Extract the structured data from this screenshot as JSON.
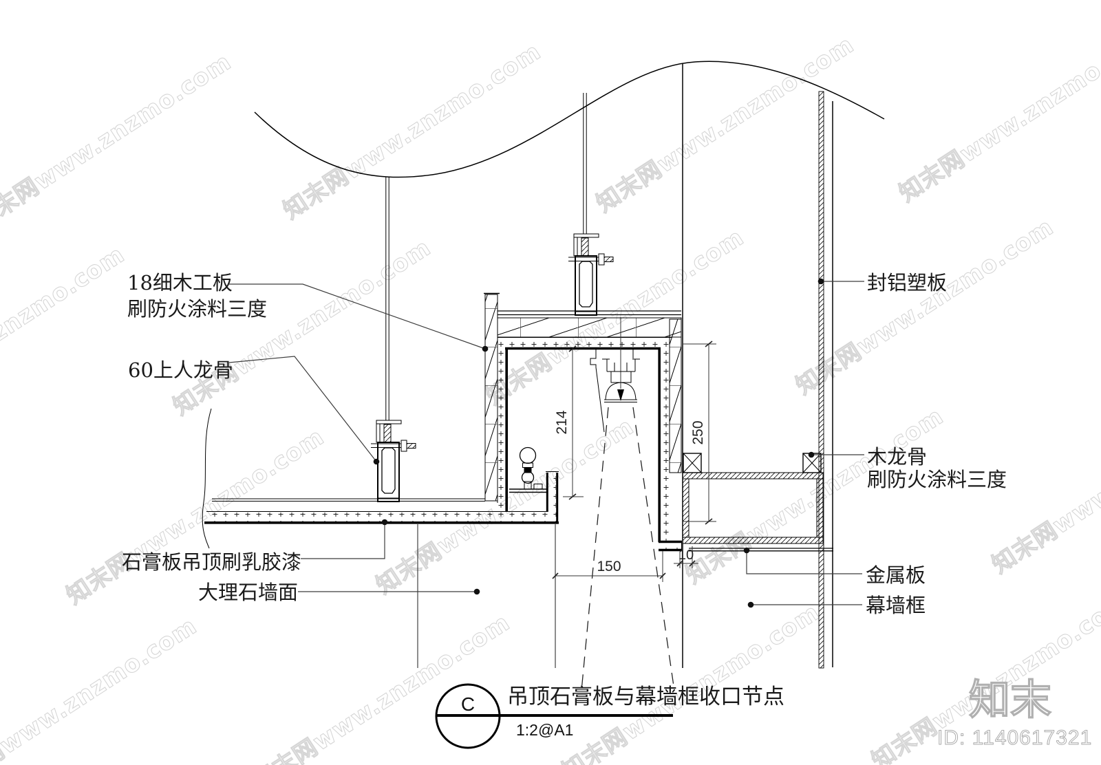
{
  "watermark": {
    "text": "知末网www.znzmo.com",
    "logo": "知末",
    "id_label": "ID: 1140617321"
  },
  "labels": {
    "plywood_line1": "18细木工板",
    "plywood_line2": "刷防火涂料三度",
    "keel": "60上人龙骨",
    "gypsum": "石膏板吊顶刷乳胶漆",
    "marble": "大理石墙面",
    "alum_panel": "封铝塑板",
    "wood_keel_line1": "木龙骨",
    "wood_keel_line2": "刷防火涂料三度",
    "metal_plate": "金属板",
    "curtain_frame": "幕墙框"
  },
  "dimensions": {
    "cove_height": "214",
    "right_height": "250",
    "slot_width": "150",
    "gap": "10"
  },
  "title_block": {
    "detail_mark": "C",
    "title": "吊顶石膏板与幕墙框收口节点",
    "scale": "1:2@A1"
  },
  "colors": {
    "line": "#000000",
    "leader": "#3c3c3c",
    "watermark_stroke": "#d6d6d6",
    "logo_stroke": "#b0b0b0",
    "id_stroke": "#ababab"
  }
}
